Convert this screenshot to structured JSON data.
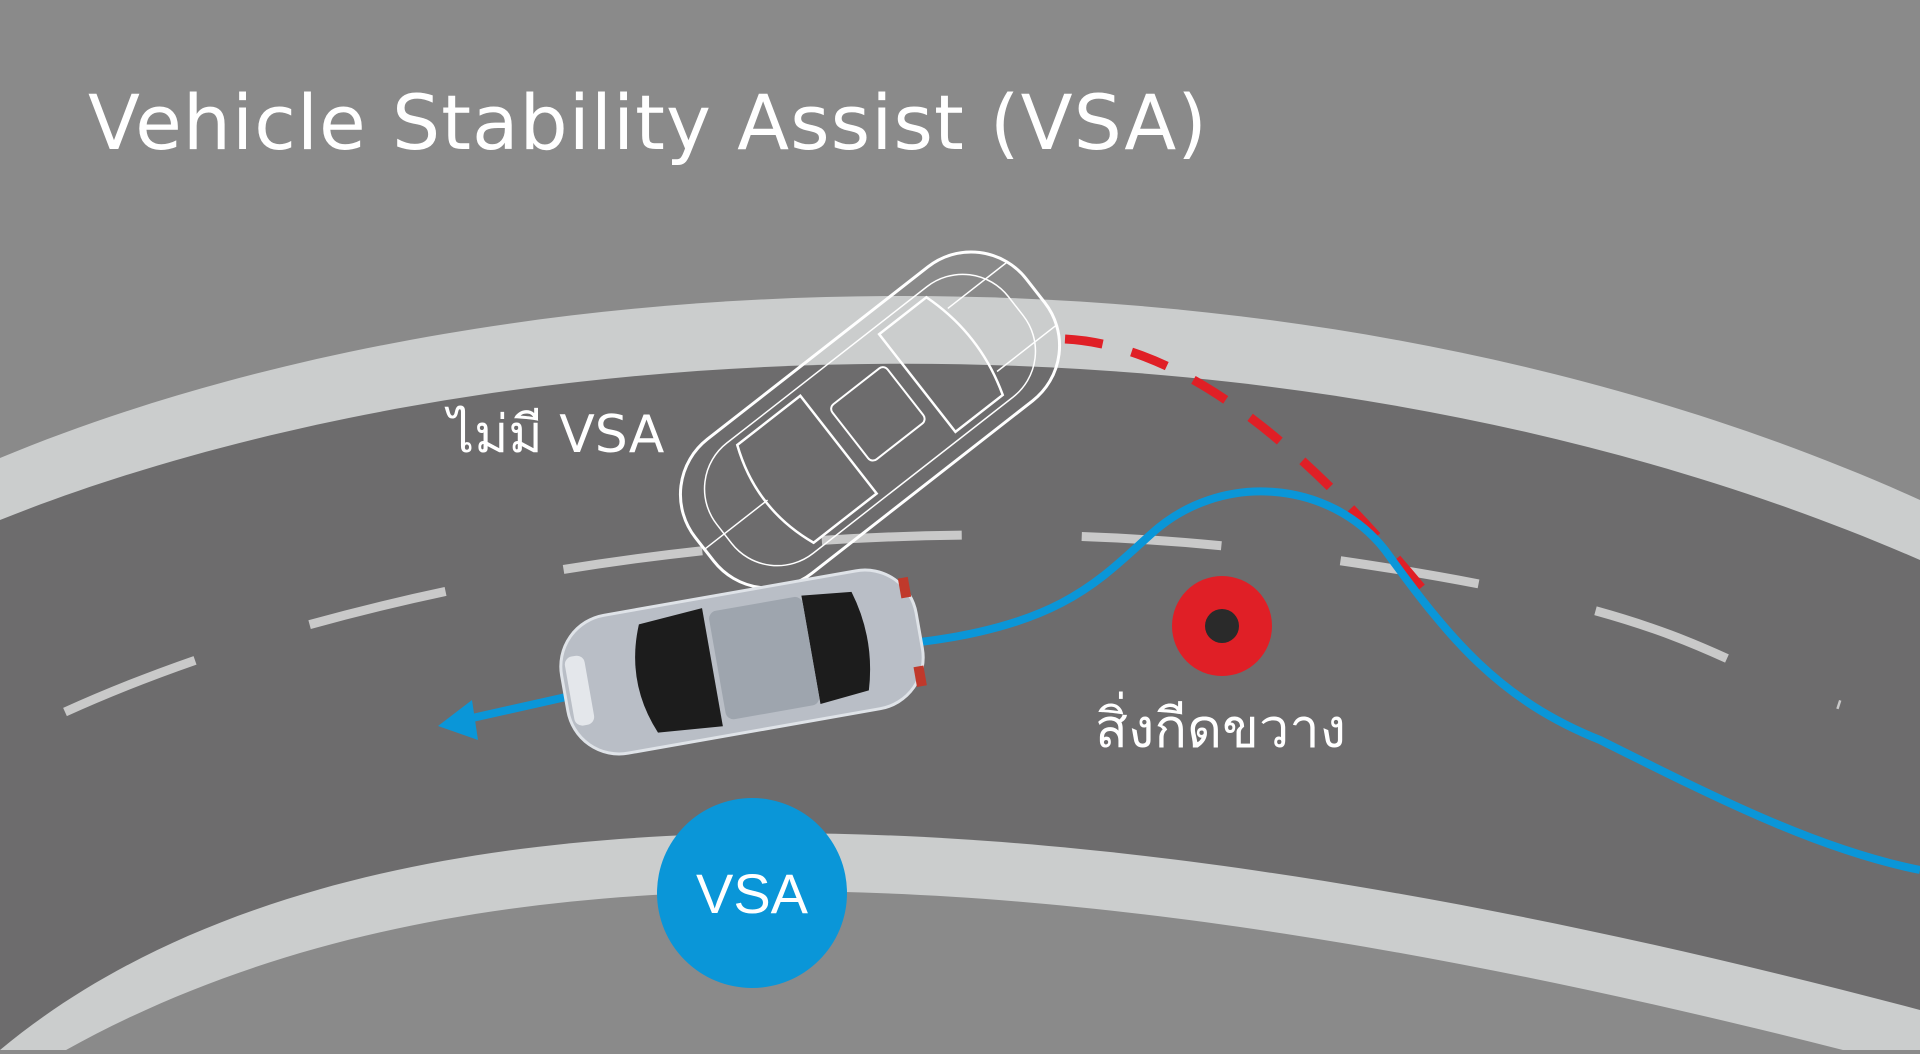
{
  "title": "Vehicle Stability Assist (VSA)",
  "labels": {
    "without_vsa": "ไม่มี VSA",
    "obstacle": "สิ่งกีดขวาง",
    "vsa_badge": "VSA"
  },
  "icons": {
    "car_outline": "car-outline-icon",
    "car_solid": "car-icon",
    "obstacle": "obstacle-target-icon",
    "direction_arrow": "arrow-left-icon"
  },
  "colors": {
    "background": "#8a8a8a",
    "road": "#6d6c6d",
    "curb": "#cbcdcd",
    "lane_marking": "#c9c9c9",
    "vsa_path": "#0a96d8",
    "no_vsa_path": "#e01f26",
    "obstacle_outer": "#e01f26",
    "obstacle_inner": "#2a2a2a",
    "badge": "#0a96d8",
    "text": "#ffffff"
  }
}
